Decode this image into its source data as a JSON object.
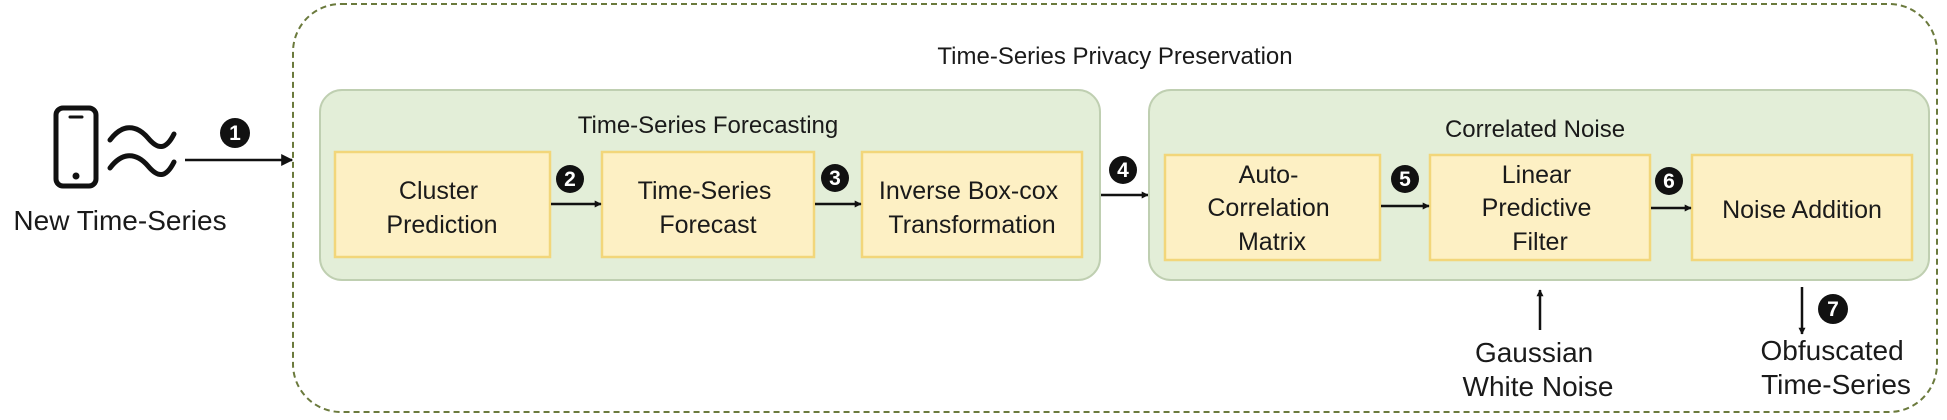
{
  "outer": {
    "title": "Time-Series Privacy Preservation"
  },
  "source": {
    "label": "New Time-Series",
    "icon": "smartphone-icon",
    "wave_icon": "approx-wave-icon"
  },
  "forecasting": {
    "title": "Time-Series Forecasting",
    "boxes": [
      {
        "lines": [
          "Cluster",
          "Prediction"
        ]
      },
      {
        "lines": [
          "Time-Series",
          "Forecast"
        ]
      },
      {
        "lines": [
          "Inverse Box-cox",
          "Transformation"
        ]
      }
    ]
  },
  "noise": {
    "title": "Correlated Noise",
    "boxes": [
      {
        "lines": [
          "Auto-",
          "Correlation",
          "Matrix"
        ]
      },
      {
        "lines": [
          "Linear",
          "Predictive",
          "Filter"
        ]
      },
      {
        "lines": [
          "Noise Addition"
        ]
      }
    ]
  },
  "steps": [
    "1",
    "2",
    "3",
    "4",
    "5",
    "6",
    "7"
  ],
  "gaussian": {
    "lines": [
      "Gaussian",
      "White Noise"
    ]
  },
  "output": {
    "lines": [
      "Obfuscated",
      "Time-Series"
    ]
  },
  "colors": {
    "box_fill": "#fdf0c4",
    "box_stroke": "#f2d67a",
    "group_fill": "#e3eed8",
    "group_stroke": "#bfcfb1",
    "outer_stroke": "#6b7a3d",
    "arrow": "#111111",
    "badge": "#111111"
  }
}
